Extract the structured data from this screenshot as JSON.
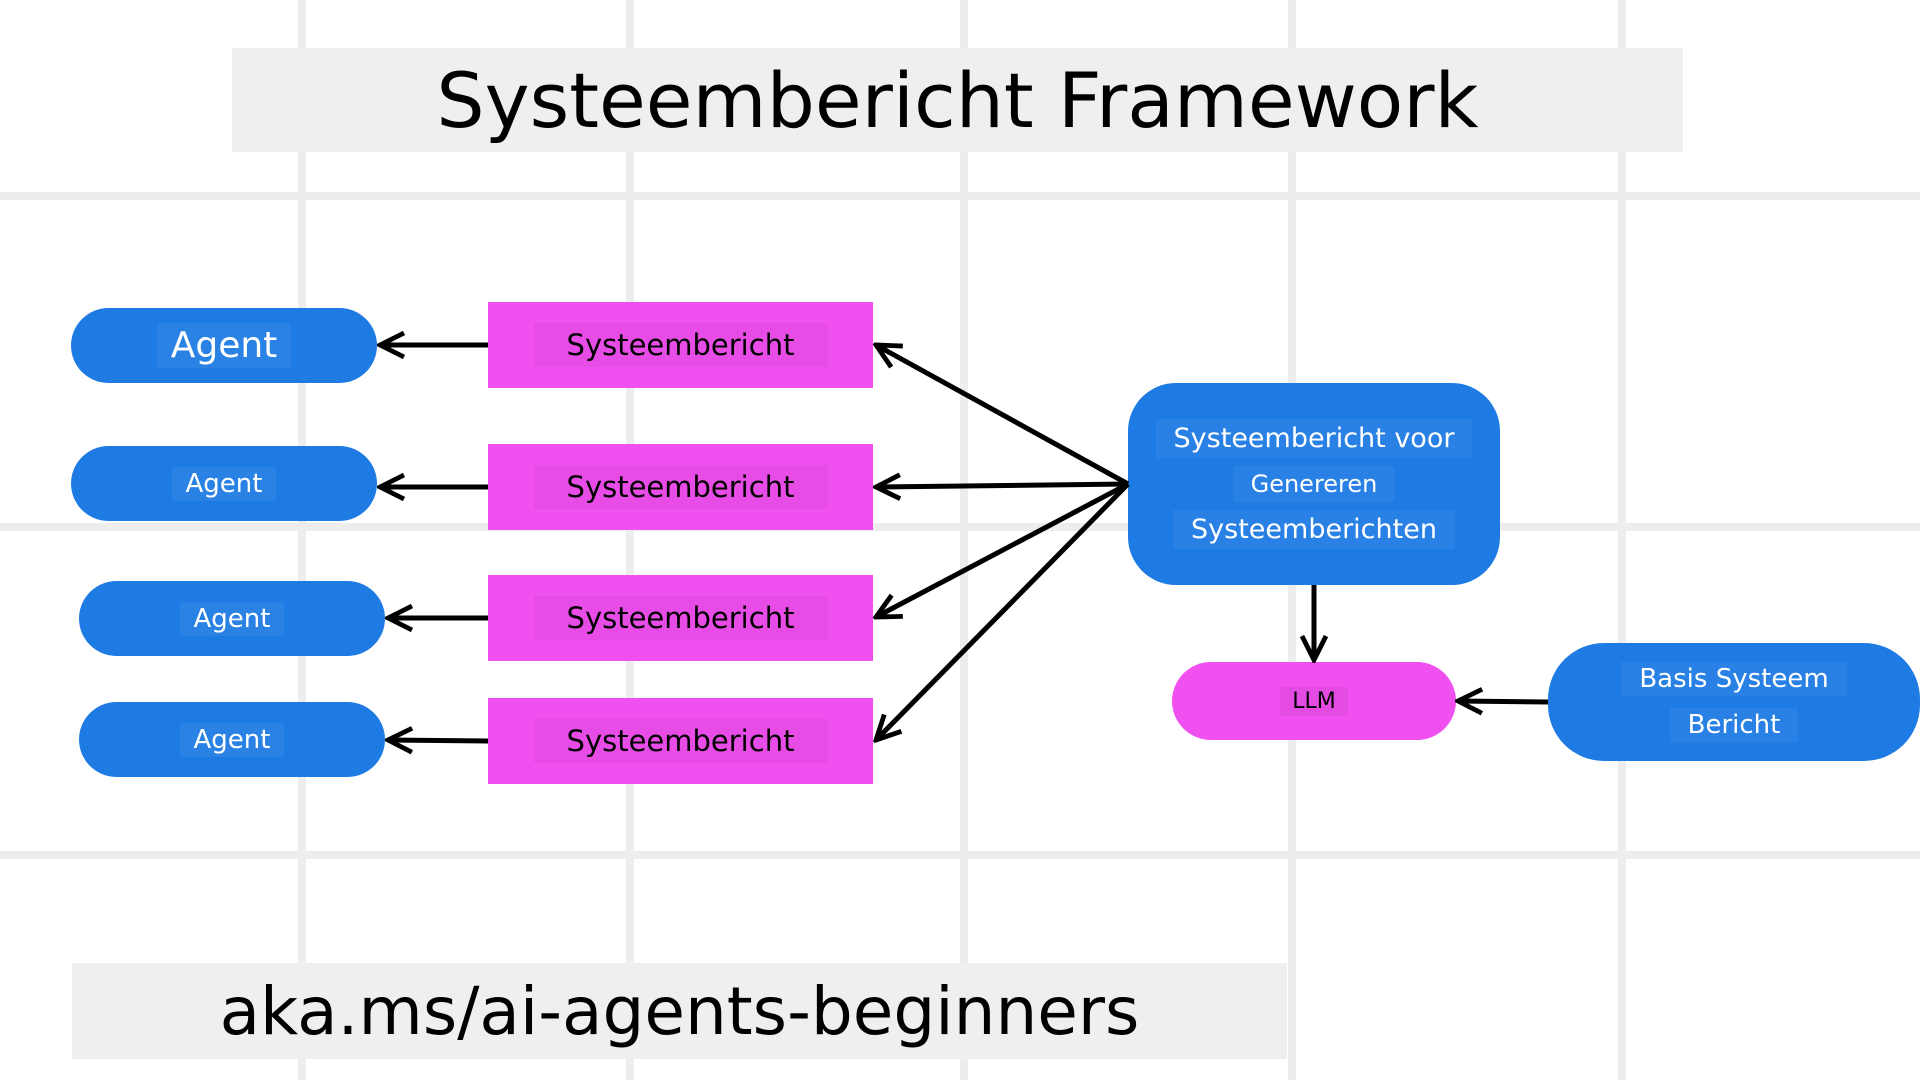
{
  "title": "Systeembericht Framework",
  "footer": "aka.ms/ai-agents-beginners",
  "colors": {
    "blue": "#1e7be4",
    "magenta": "#f150f0",
    "grid": "#ededed",
    "band": "#efefef"
  },
  "agents": [
    "Agent",
    "Agent",
    "Agent",
    "Agent"
  ],
  "system_messages": [
    "Systeembericht",
    "Systeembericht",
    "Systeembericht",
    "Systeembericht"
  ],
  "generator": {
    "line1": "Systeembericht voor",
    "line2": "Genereren",
    "line3": "Systeemberichten"
  },
  "llm": "LLM",
  "basis": {
    "line1": "Basis Systeem",
    "line2": "Bericht"
  }
}
